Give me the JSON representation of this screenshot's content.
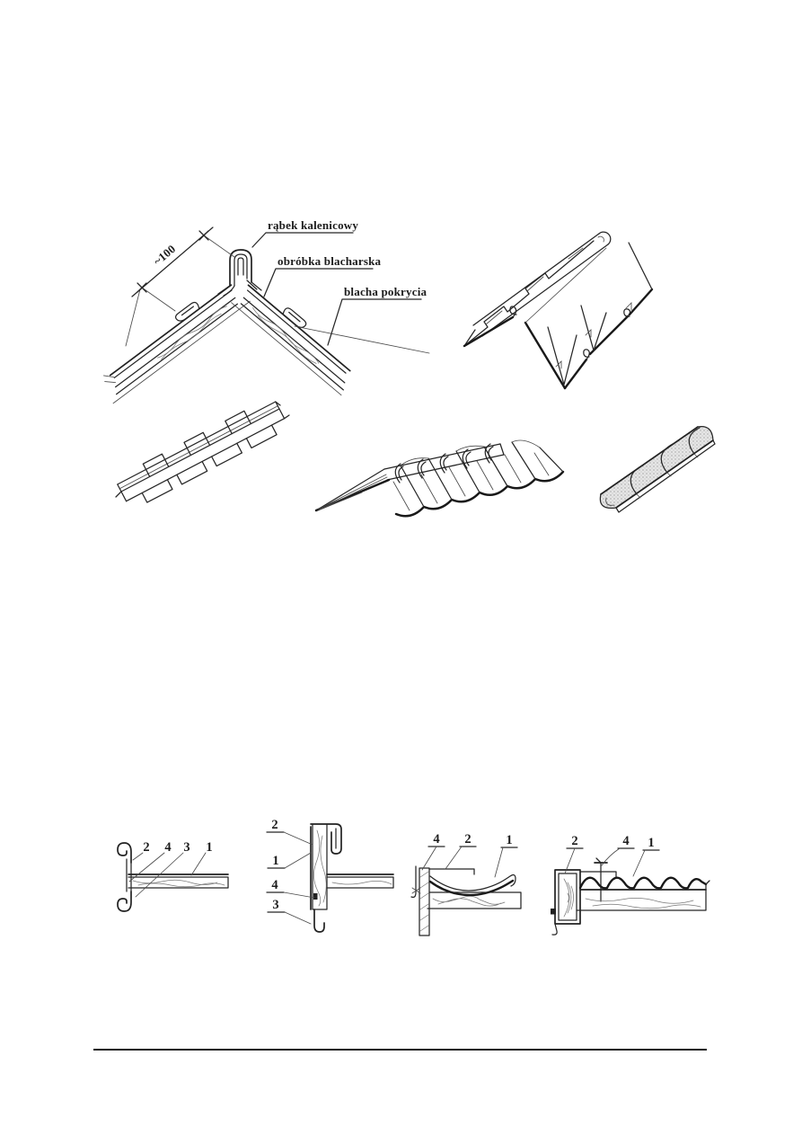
{
  "colors": {
    "paper": "#ffffff",
    "ink": "#1f1f1f"
  },
  "figure_ridge_section": {
    "dimension": "~100",
    "label_ridge_seam": "rąbek kalenicowy",
    "label_flashing": "obróbka blacharska",
    "label_cover_sheet": "blacha pokrycia"
  },
  "details": {
    "a": {
      "callouts": [
        "2",
        "4",
        "3",
        "1"
      ]
    },
    "b": {
      "callouts": [
        "2",
        "1",
        "4",
        "3"
      ]
    },
    "c": {
      "callouts": [
        "4",
        "2",
        "1"
      ]
    },
    "d": {
      "callouts": [
        "2",
        "4",
        "1"
      ]
    }
  }
}
